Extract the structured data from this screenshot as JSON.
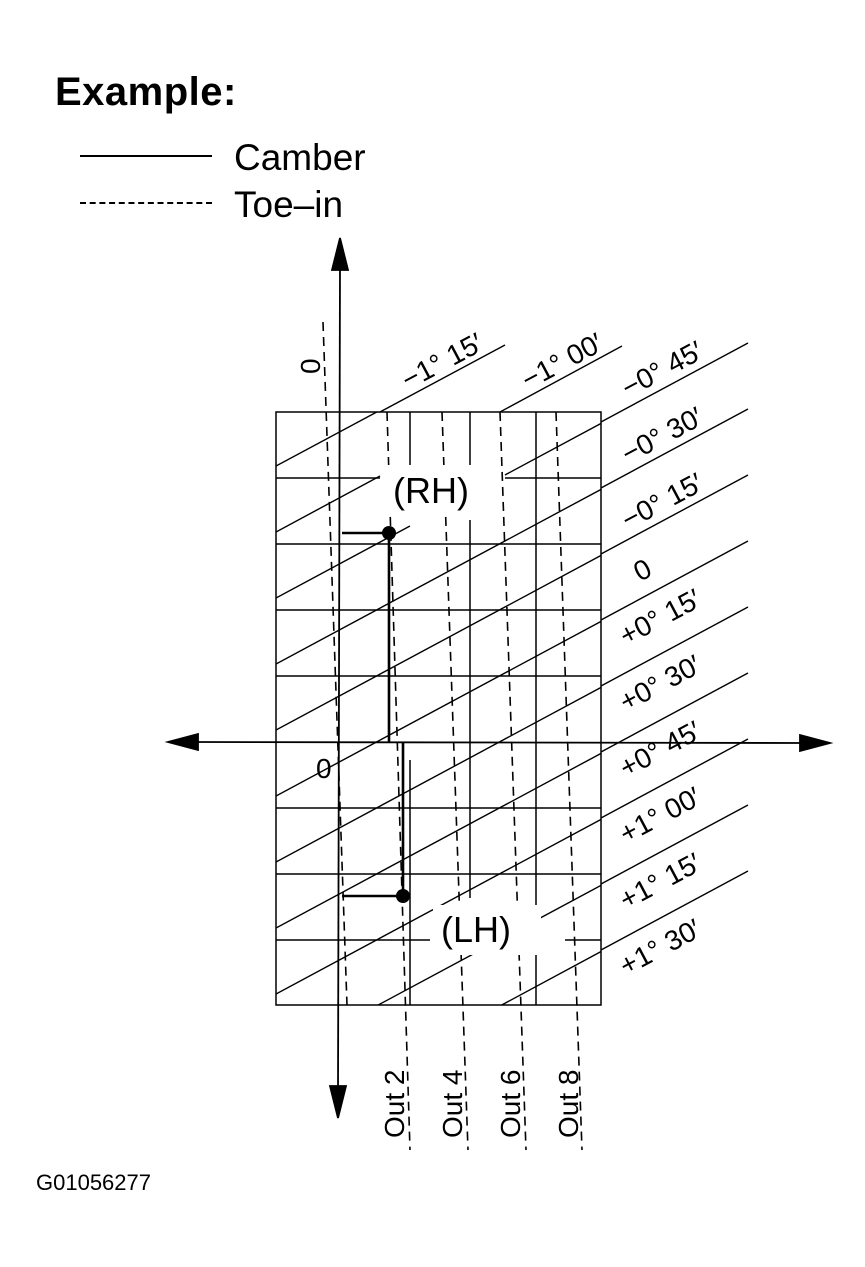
{
  "title": "Example:",
  "legend": {
    "camber": "Camber",
    "toe_in": "Toe–in"
  },
  "camber_labels": [
    "−1° 15′",
    "−1° 00′",
    "−0° 45′",
    "−0° 30′",
    "−0° 15′",
    "0",
    "+0° 15′",
    "+0° 30′",
    "+0° 45′",
    "+1° 00′",
    "+1° 15′",
    "+1° 30′"
  ],
  "toe_labels": {
    "top_zero": "0",
    "bottom": [
      "Out 2",
      "Out 4",
      "Out 6",
      "Out 8"
    ]
  },
  "origin_label": "0",
  "side_labels": {
    "rh": "(RH)",
    "lh": "(LH)"
  },
  "figure_id": "G01056277"
}
